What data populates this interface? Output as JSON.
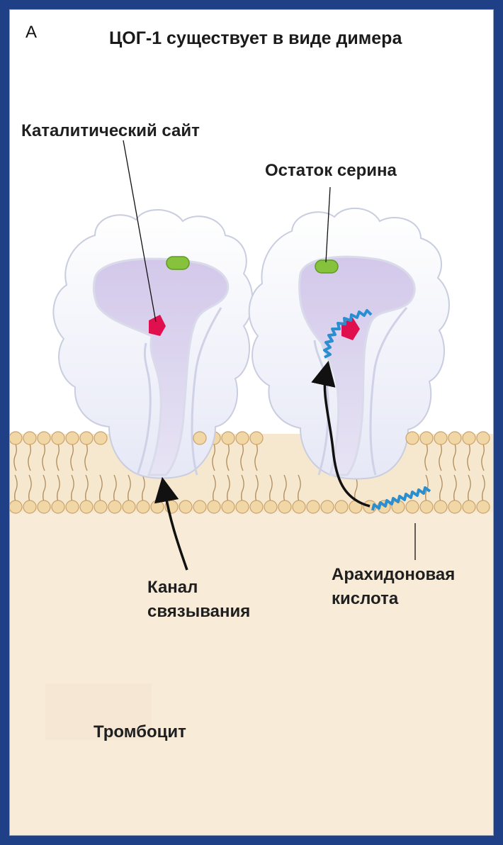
{
  "figure": {
    "panel_letter": "А",
    "title": "ЦОГ-1 существует в виде димера"
  },
  "labels": {
    "catalytic_site": "Каталитический сайт",
    "serine_residue": "Остаток серина",
    "binding_channel": [
      "Канал",
      "связывания"
    ],
    "arachidonic_acid": [
      "Арахидоновая",
      "кислота"
    ],
    "platelet": "Тромбоцит"
  },
  "colors": {
    "background_frame": "#1f3f86",
    "cytoplasm": "#f8ecd9",
    "lipid_head": "#f1d6a6",
    "lipid_head_edge": "#caa36c",
    "protein_fill": "#f1f2fb",
    "protein_pocket": "#dcd3ee",
    "catalytic_site": "#e0104f",
    "serine": "#86c23c",
    "arachidonic_acid": "#2a8fd0"
  }
}
